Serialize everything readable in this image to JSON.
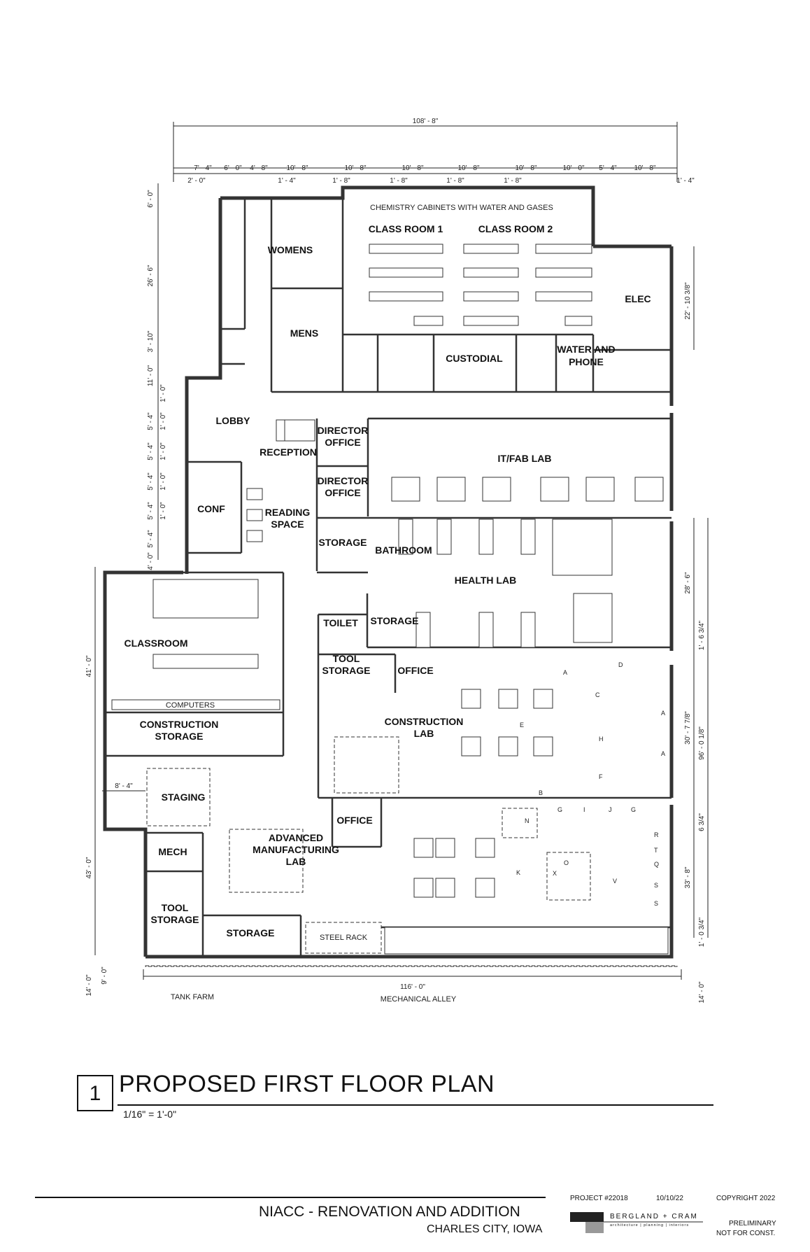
{
  "rooms": {
    "class_room_1": "CLASS ROOM 1",
    "class_room_2": "CLASS ROOM 2",
    "womens": "WOMENS",
    "mens": "MENS",
    "elec": "ELEC",
    "custodial": "CUSTODIAL",
    "water_phone_1": "WATER AND",
    "water_phone_2": "PHONE",
    "lobby": "LOBBY",
    "reception": "RECEPTION",
    "director_office_a_1": "DIRECTOR",
    "director_office_a_2": "OFFICE",
    "director_office_b_1": "DIRECTOR",
    "director_office_b_2": "OFFICE",
    "it_fab_lab": "IT/FAB LAB",
    "conf": "CONF",
    "reading_space_1": "READING",
    "reading_space_2": "SPACE",
    "storage_front": "STORAGE",
    "bathroom": "BATHROOM",
    "health_lab": "HEALTH LAB",
    "classroom": "CLASSROOM",
    "toilet": "TOILET",
    "storage_health": "STORAGE",
    "tool_storage_a_1": "TOOL",
    "tool_storage_a_2": "STORAGE",
    "office_a": "OFFICE",
    "construction_lab_1": "CONSTRUCTION",
    "construction_lab_2": "LAB",
    "construction_storage_1": "CONSTRUCTION",
    "construction_storage_2": "STORAGE",
    "staging": "STAGING",
    "office_b": "OFFICE",
    "mech": "MECH",
    "adv_mfg_1": "ADVANCED",
    "adv_mfg_2": "MANUFACTURING",
    "adv_mfg_3": "LAB",
    "tool_storage_b_1": "TOOL",
    "tool_storage_b_2": "STORAGE",
    "storage_rear": "STORAGE"
  },
  "notes": {
    "chemistry": "CHEMISTRY CABINETS WITH WATER AND GASES",
    "computers": "COMPUTERS",
    "steel_rack": "STEEL RACK",
    "tank_farm": "TANK FARM",
    "mechanical_alley": "MECHANICAL  ALLEY"
  },
  "equipment_tags": {
    "A1": "A",
    "A2": "A",
    "A3": "A",
    "B": "B",
    "C": "C",
    "D": "D",
    "E": "E",
    "F": "F",
    "H": "H",
    "G1": "G",
    "I": "I",
    "J": "J",
    "G2": "G",
    "N": "N",
    "R": "R",
    "Q": "Q",
    "K": "K",
    "O": "O",
    "X": "X",
    "V": "V",
    "S1": "S",
    "S2": "S",
    "T": "T"
  },
  "dimensions": {
    "overall_top": "108' - 8\"",
    "overall_bottom": "116' - 0\"",
    "top_7_4": "7' - 4\"",
    "top_6_0": "6' - 0\"",
    "top_4_8": "4' - 8\"",
    "top_10_8_a": "10' - 8\"",
    "top_10_8_b": "10' - 8\"",
    "top_10_8_c": "10' - 8\"",
    "top_10_8_d": "10' - 8\"",
    "top_10_8_e": "10' - 8\"",
    "top_10_0": "10' - 0\"",
    "top_5_4": "5' - 4\"",
    "top_10_8_f": "10' - 8\"",
    "top_2_0": "2' - 0\"",
    "top_1_4_a": "1' - 4\"",
    "top_1_8_a": "1' - 8\"",
    "top_1_8_b": "1' - 8\"",
    "top_1_8_c": "1' - 8\"",
    "top_1_8_d": "1' - 8\"",
    "top_1_4_b": "1' - 4\"",
    "left_6_0": "6' - 0\"",
    "left_26_6": "26' - 6\"",
    "left_3_10": "3' - 10\"",
    "left_11_0": "11' - 0\"",
    "left_1_0_a": "1' - 0\"",
    "left_5_4_a": "5' - 4\"",
    "left_1_0_b": "1' - 0\"",
    "left_5_4_b": "5' - 4\"",
    "left_1_0_c": "1' - 0\"",
    "left_5_4_c": "5' - 4\"",
    "left_1_0_d": "1' - 0\"",
    "left_5_4_d": "5' - 4\"",
    "left_1_0_e": "1' - 0\"",
    "left_5_4_e": "5' - 4\"",
    "left_4_0": "4' - 0\"",
    "left_41_0": "41' - 0\"",
    "left_8_4": "8' - 4\"",
    "left_43_0": "43' - 0\"",
    "left_14_0": "14' - 0\"",
    "left_9_0": "9' - 0\"",
    "right_22_10": "22' - 10 3/8\"",
    "right_28_6": "28' - 6\"",
    "right_1_6": "1' - 6 3/4\"",
    "right_30_7": "30' - 7 7/8\"",
    "right_96_0": "96' - 0 1/8\"",
    "right_6_3": "6 3/4\"",
    "right_33_8": "33' - 8\"",
    "right_1_0": "1' - 0 3/4\"",
    "right_14_0": "14' - 0\""
  },
  "title_block": {
    "sheet_number": "1",
    "plan_title": "PROPOSED FIRST FLOOR PLAN",
    "scale": "1/16\" = 1'-0\"",
    "project_name": "NIACC - RENOVATION AND ADDITION",
    "project_location": "CHARLES CITY, IOWA",
    "project_number": "PROJECT #22018",
    "date": "10/10/22",
    "copyright": "COPYRIGHT  2022",
    "firm_name": "BERGLAND + CRAM",
    "firm_tagline": "architecture  |  planning  |  interiors",
    "status_1": "PRELIMINARY",
    "status_2": "NOT FOR CONST."
  }
}
